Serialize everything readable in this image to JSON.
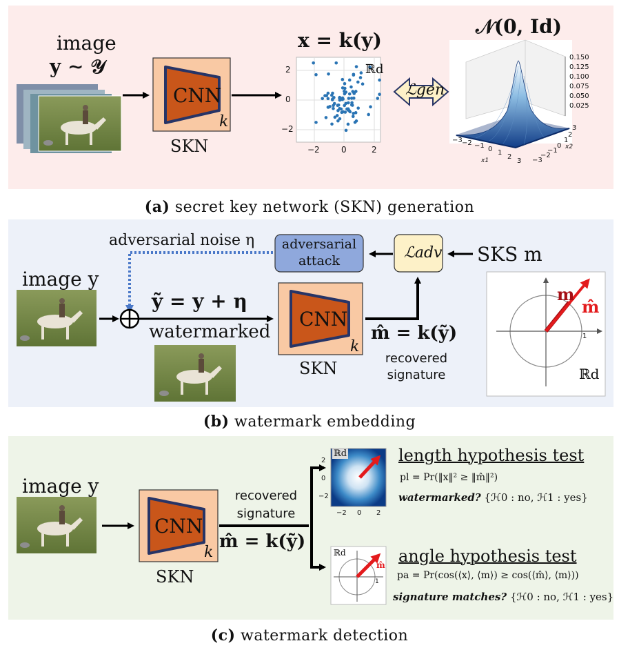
{
  "panel_a": {
    "caption_tag": "(a)",
    "caption_text": "secret key network (SKN) generation",
    "image_label_1": "image",
    "image_label_2": "y ∼ 𝒴",
    "cnn_label": "CNN",
    "k_label": "k",
    "skn_label": "SKN",
    "scatter_title": "x = k(y)",
    "scatter_space": "ℝd",
    "scatter_ticks_x": [
      "−2",
      "0",
      "2"
    ],
    "scatter_ticks_y": [
      "2",
      "0",
      "−2"
    ],
    "loss_label": "ℒgen",
    "gauss_title": "𝒩(0, Id)",
    "gauss_z_ticks": [
      "0.150",
      "0.125",
      "0.100",
      "0.075",
      "0.050",
      "0.025"
    ],
    "gauss_x_ticks": [
      "−3",
      "−2",
      "−1",
      "0",
      "1",
      "2",
      "3"
    ],
    "gauss_y_ticks": [
      "3",
      "2",
      "1",
      "0",
      "−1",
      "−2",
      "−3"
    ],
    "gauss_x_label": "x1",
    "gauss_y_label": "x2"
  },
  "panel_b": {
    "caption_tag": "(b)",
    "caption_text": "watermark embedding",
    "noise_label": "adversarial noise η",
    "attack_label": "adversarial attack",
    "loss_label": "ℒadv",
    "sks_label": "SKS m",
    "image_label": "image y",
    "sum_eq": "ỹ = y + η",
    "watermarked_label": "watermarked",
    "cnn_label": "CNN",
    "k_label": "k",
    "skn_label": "SKN",
    "recovered_eq": "m̂ = k(ỹ)",
    "recovered_label": "recovered signature",
    "vec_m": "m",
    "vec_mhat": "m̂",
    "space_label": "ℝd",
    "unit_tick": "1"
  },
  "panel_c": {
    "caption_tag": "(c)",
    "caption_text": "watermark detection",
    "image_label": "image y",
    "cnn_label": "CNN",
    "k_label": "k",
    "skn_label": "SKN",
    "recovered_label": "recovered signature",
    "recovered_eq": "m̂ = k(ỹ)",
    "length_title": "length hypothesis test",
    "length_formula": "pl = Pr(‖x‖² ≥ ‖m̂‖²)",
    "length_question": "watermarked?",
    "length_hyp": "{ℋ0 : no, ℋ1 : yes}",
    "angle_title": "angle hypothesis test",
    "angle_formula": "pa = Pr(cos(⟨x⟩, ⟨m⟩) ≥ cos(⟨m̂⟩, ⟨m⟩))",
    "angle_question": "signature matches?",
    "angle_hyp": "{ℋ0 : no, ℋ1 : yes}",
    "heat_ticks_x": [
      "−2",
      "0",
      "2"
    ],
    "heat_ticks_y": [
      "2",
      "0",
      "−2"
    ],
    "heat_space": "ℝd",
    "angle_space": "ℝd",
    "angle_mhat": "m̂",
    "angle_tick": "1"
  },
  "colors": {
    "panel_a_bg": "#fdeceb",
    "panel_b_bg": "#edf1f9",
    "panel_c_bg": "#eef4e8",
    "skn_box": "#f9c9a4",
    "cnn_trap": "#c9561a",
    "cnn_border": "#273466",
    "noise_dotted": "#4a78c8",
    "attack_box": "#8fa8dc",
    "loss_box": "#fdf1c8",
    "vector_red": "#e31a1c",
    "scatter_dot": "#2a74b4"
  }
}
